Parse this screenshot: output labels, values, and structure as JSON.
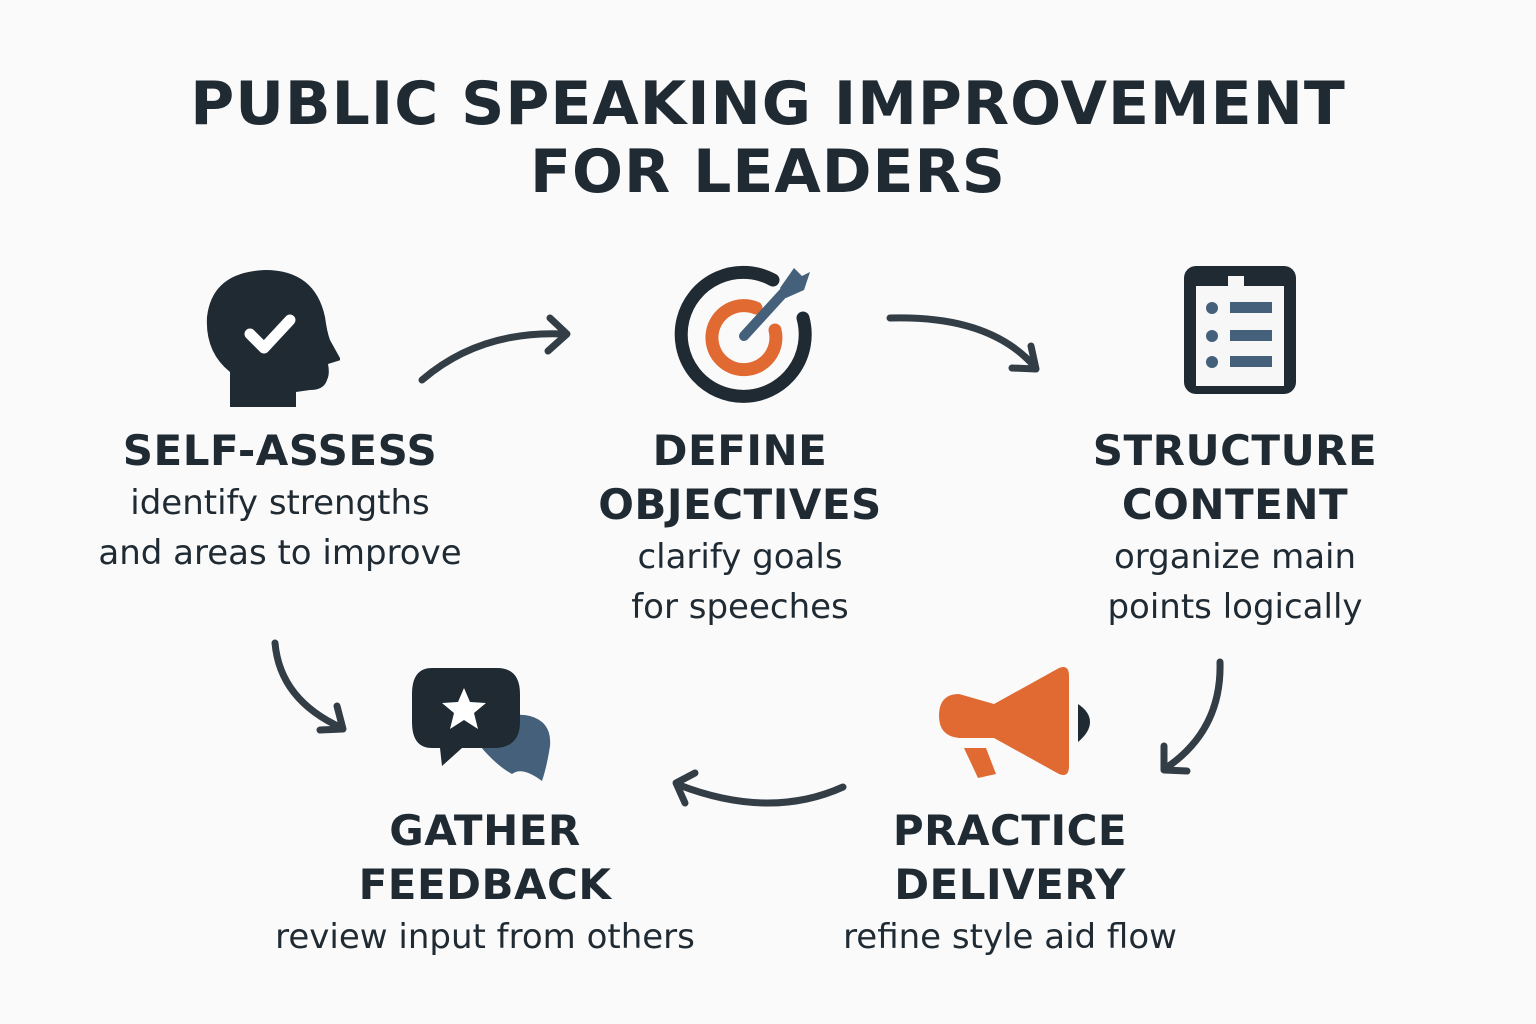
{
  "title": {
    "line1": "PUBLIC SPEAKING IMPROVEMENT",
    "line2": "FOR LEADERS"
  },
  "colors": {
    "dark": "#1f2a33",
    "slate": "#44607a",
    "orange": "#e06a32",
    "background": "#fafafa"
  },
  "steps": [
    {
      "id": "self-assess",
      "icon": "head-check-icon",
      "heading": [
        "SELF-ASSESS"
      ],
      "description": [
        "identify strengths",
        "and areas to improve"
      ]
    },
    {
      "id": "define-objectives",
      "icon": "target-dart-icon",
      "heading": [
        "DEFINE",
        "OBJECTIVES"
      ],
      "description": [
        "clarify goals",
        "for speeches"
      ]
    },
    {
      "id": "structure-content",
      "icon": "clipboard-list-icon",
      "heading": [
        "STRUCTURE",
        "CONTENT"
      ],
      "description": [
        "organize main",
        "points logically"
      ]
    },
    {
      "id": "practice-delivery",
      "icon": "megaphone-icon",
      "heading": [
        "PRACTICE",
        "DELIVERY"
      ],
      "description": [
        "refine style aid flow"
      ]
    },
    {
      "id": "gather-feedback",
      "icon": "chat-star-icon",
      "heading": [
        "GATHER",
        "FEEDBACK"
      ],
      "description": [
        "review input from others"
      ]
    }
  ],
  "flow": [
    {
      "from": "self-assess",
      "to": "define-objectives"
    },
    {
      "from": "define-objectives",
      "to": "structure-content"
    },
    {
      "from": "structure-content",
      "to": "practice-delivery"
    },
    {
      "from": "practice-delivery",
      "to": "gather-feedback"
    },
    {
      "from": "self-assess",
      "to": "gather-feedback"
    }
  ]
}
